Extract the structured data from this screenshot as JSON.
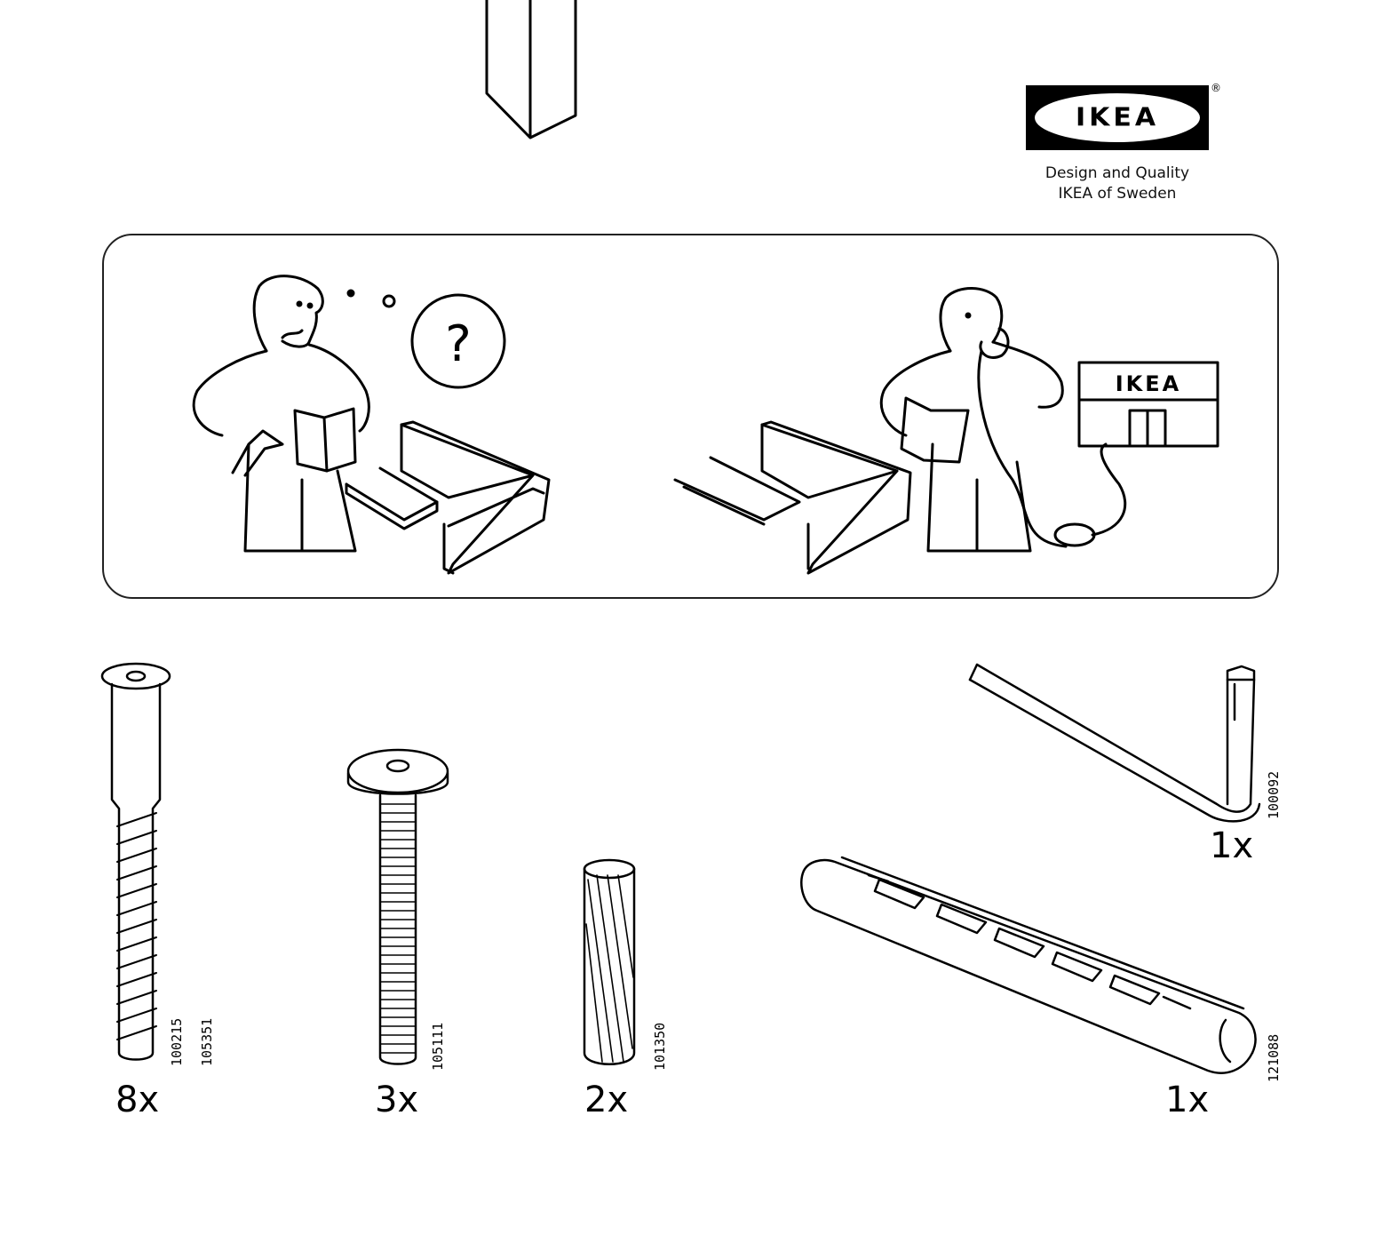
{
  "brand": {
    "logo_text": "IKEA",
    "registered_mark": "®",
    "tagline_line1": "Design and Quality",
    "tagline_line2": "IKEA of Sweden"
  },
  "help_panel": {
    "question_mark": "?",
    "store_sign": "IKEA"
  },
  "parts": [
    {
      "name": "cam-screw",
      "quantity": "8x",
      "codes": [
        "100215",
        "105351"
      ]
    },
    {
      "name": "connector-bolt",
      "quantity": "3x",
      "codes": [
        "105111"
      ]
    },
    {
      "name": "wooden-dowel",
      "quantity": "2x",
      "codes": [
        "101350"
      ]
    },
    {
      "name": "allen-key",
      "quantity": "1x",
      "codes": [
        "100092"
      ]
    },
    {
      "name": "rail-bracket",
      "quantity": "1x",
      "codes": [
        "121088"
      ]
    }
  ],
  "colors": {
    "ink": "#000000",
    "paper": "#ffffff"
  }
}
